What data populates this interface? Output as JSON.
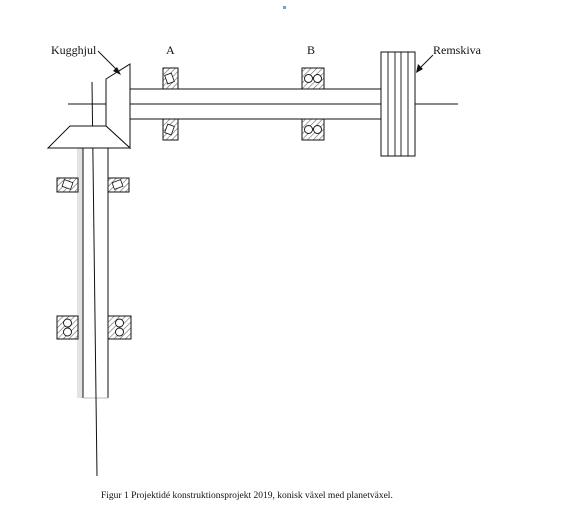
{
  "labels": {
    "bevel_gear": "Kugghjul",
    "bearing_a": "A",
    "bearing_b": "B",
    "pulley": "Remskiva"
  },
  "caption": "Figur 1 Projektidé konstruktionsprojekt 2019, konisk växel med planetväxel.",
  "colors": {
    "line": "#111111",
    "hatch": "#555555",
    "shaft_shadow": "#cfcfcf",
    "marker": "#7a9cc6"
  }
}
